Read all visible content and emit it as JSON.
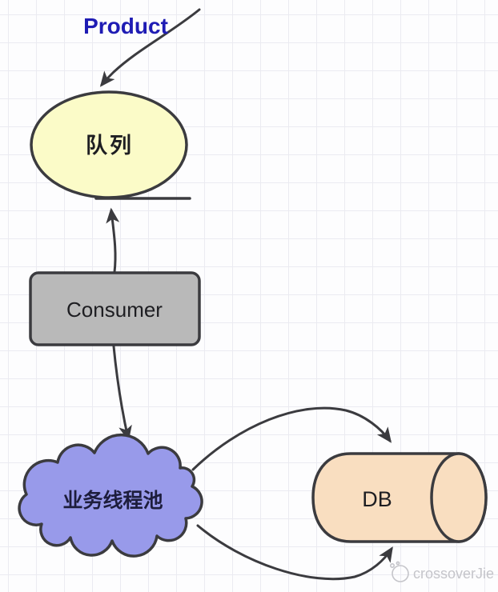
{
  "diagram": {
    "product_label": "Product",
    "queue_label": "队列",
    "consumer_label": "Consumer",
    "thread_pool_label": "业务线程池",
    "db_label": "DB",
    "watermark_text": "crossoverJie"
  },
  "colors": {
    "product_text": "#1f1cb4",
    "queue_fill": "#fbfbc8",
    "consumer_fill": "#b9b9b9",
    "thread_pool_fill": "#989aea",
    "thread_pool_text": "#1d1d3c",
    "db_fill": "#f9dec0",
    "stroke": "#3b3b3f",
    "watermark_text_color": "#c5c5ca"
  }
}
